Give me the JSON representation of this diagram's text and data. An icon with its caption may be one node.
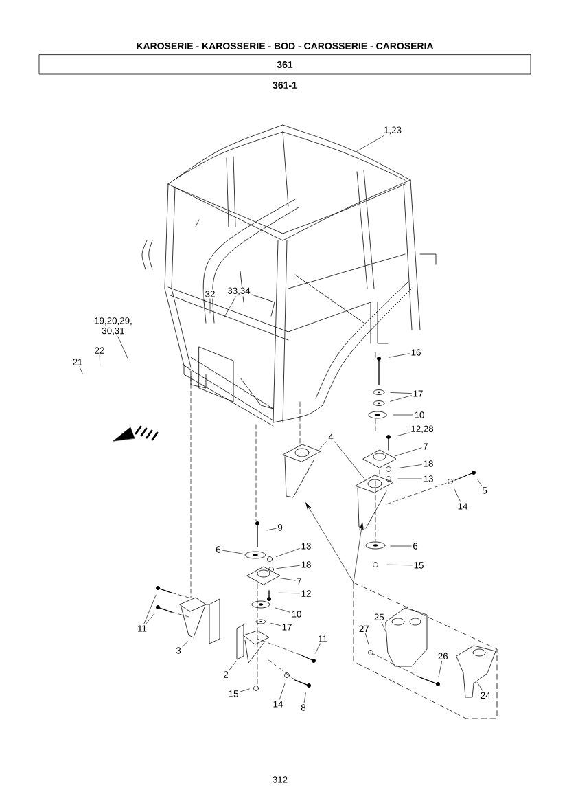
{
  "diagram": {
    "title": "KAROSERIE - KAROSSERIE - BOD - CAROSSERIE - CAROSERIA",
    "nodes": [
      {
        "text": [
          "1,23"
        ]
      },
      {
        "text": [
          "33,34"
        ]
      },
      {
        "text": [
          "32"
        ]
      },
      {
        "text": [
          "19,20,29, 30,31"
        ]
      },
      {
        "text": [
          "22"
        ]
      },
      {
        "text": [
          "21"
        ]
      },
      {
        "text": [
          "16"
        ]
      },
      {
        "text": [
          "17"
        ]
      },
      {
        "text": [
          "10"
        ]
      },
      {
        "text": [
          "12,28"
        ]
      },
      {
        "text": [
          "7"
        ]
      },
      {
        "text": [
          "18"
        ]
      },
      {
        "text": [
          "13"
        ]
      },
      {
        "text": [
          "5"
        ]
      },
      {
        "text": [
          "14"
        ]
      },
      {
        "text": [
          "4"
        ]
      },
      {
        "text": [
          "9"
        ]
      },
      {
        "text": [
          "6"
        ]
      },
      {
        "text": [
          "13"
        ]
      },
      {
        "text": [
          "18"
        ]
      },
      {
        "text": [
          "7"
        ]
      },
      {
        "text": [
          "12"
        ]
      },
      {
        "text": [
          "10"
        ]
      },
      {
        "text": [
          "17"
        ]
      },
      {
        "text": [
          "11"
        ]
      },
      {
        "text": [
          "3"
        ]
      },
      {
        "text": [
          "2"
        ]
      },
      {
        "text": [
          "11"
        ]
      },
      {
        "text": [
          "15"
        ]
      },
      {
        "text": [
          "14"
        ]
      },
      {
        "text": [
          "8"
        ]
      },
      {
        "text": [
          "6"
        ]
      },
      {
        "text": [
          "15"
        ]
      },
      {
        "text": [],
        "shape": "box"
      },
      {
        "text": [
          "25"
        ],
        "in": 33
      },
      {
        "text": [
          "27"
        ],
        "in": 33
      },
      {
        "text": [
          "26"
        ],
        "in": 33
      },
      {
        "text": [
          "24"
        ],
        "in": 33
      }
    ],
    "edges": [
      {
        "from": 0,
        "to": null,
        "arrow": "none"
      },
      {
        "from": 1,
        "to": null,
        "arrow": "none"
      },
      {
        "from": 2,
        "to": null,
        "arrow": "none"
      },
      {
        "from": 3,
        "to": null,
        "arrow": "none"
      },
      {
        "from": 4,
        "to": null,
        "arrow": "none"
      },
      {
        "from": 5,
        "to": null,
        "arrow": "none"
      },
      {
        "from": 6,
        "to": null,
        "arrow": "none"
      },
      {
        "from": 7,
        "to": null,
        "arrow": "none"
      },
      {
        "from": 7,
        "to": null,
        "arrow": "none"
      },
      {
        "from": 8,
        "to": null,
        "arrow": "none"
      },
      {
        "from": 9,
        "to": null,
        "arrow": "none"
      },
      {
        "from": 10,
        "to": null,
        "arrow": "none"
      },
      {
        "from": 11,
        "to": null,
        "arrow": "none"
      },
      {
        "from": 12,
        "to": null,
        "arrow": "none"
      },
      {
        "from": 13,
        "to": null,
        "arrow": "none"
      },
      {
        "from": 14,
        "to": null,
        "arrow": "none"
      },
      {
        "from": 15,
        "to": null,
        "arrow": "none"
      },
      {
        "from": 15,
        "to": null,
        "arrow": "none"
      },
      {
        "from": 16,
        "to": null,
        "arrow": "none"
      },
      {
        "from": 17,
        "to": null,
        "arrow": "none"
      },
      {
        "from": 18,
        "to": null,
        "arrow": "none"
      },
      {
        "from": 19,
        "to": null,
        "arrow": "none"
      },
      {
        "from": 20,
        "to": null,
        "arrow": "none"
      },
      {
        "from": 21,
        "to": null,
        "arrow": "none"
      },
      {
        "from": 22,
        "to": null,
        "arrow": "none"
      },
      {
        "from": 23,
        "to": null,
        "arrow": "none"
      },
      {
        "from": 24,
        "to": null,
        "arrow": "none"
      },
      {
        "from": 24,
        "to": null,
        "arrow": "none"
      },
      {
        "from": 25,
        "to": null,
        "arrow": "none"
      },
      {
        "from": 26,
        "to": null,
        "arrow": "none"
      },
      {
        "from": 27,
        "to": null,
        "arrow": "none"
      },
      {
        "from": 28,
        "to": null,
        "arrow": "none"
      },
      {
        "from": 29,
        "to": null,
        "arrow": "none"
      },
      {
        "from": 30,
        "to": null,
        "arrow": "none"
      },
      {
        "from": 31,
        "to": null,
        "arrow": "none"
      },
      {
        "from": 32,
        "to": null,
        "arrow": "none"
      },
      {
        "from": 33,
        "to": null,
        "arrow": "to"
      },
      {
        "from": 33,
        "to": null,
        "arrow": "to"
      },
      {
        "from": 34,
        "to": null,
        "arrow": "none"
      },
      {
        "from": 35,
        "to": null,
        "arrow": "none"
      },
      {
        "from": 36,
        "to": null,
        "arrow": "none"
      },
      {
        "from": 37,
        "to": null,
        "arrow": "none"
      }
    ],
    "labels": [
      "361",
      "361-1",
      "312"
    ]
  }
}
